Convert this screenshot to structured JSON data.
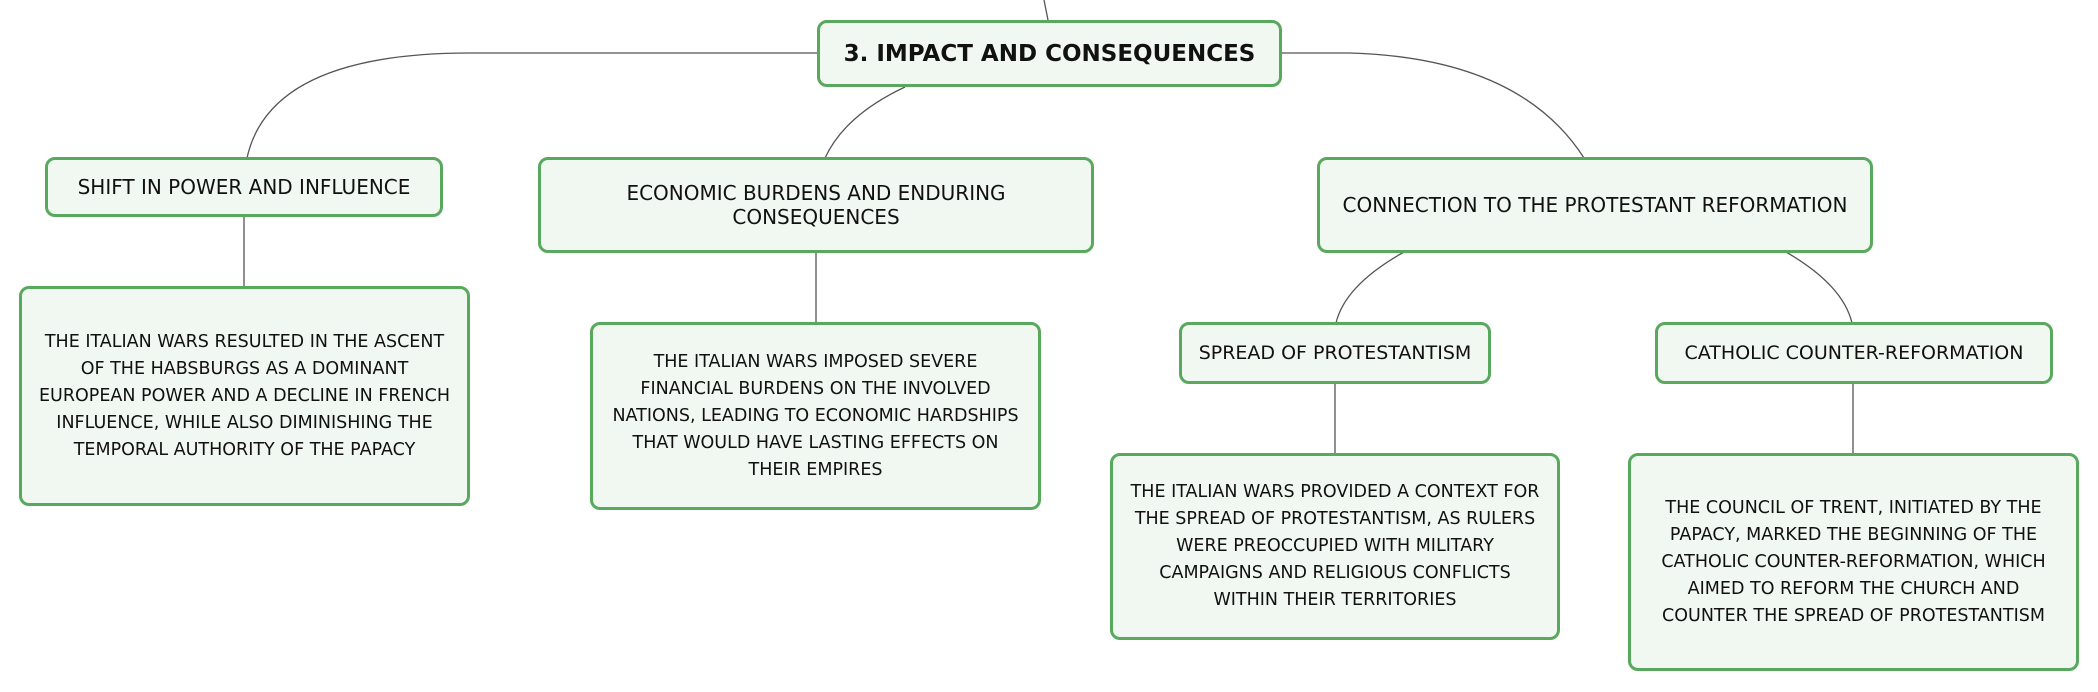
{
  "map": {
    "root": "3. IMPACT AND CONSEQUENCES",
    "topics": [
      {
        "label": "SHIFT IN POWER AND INFLUENCE",
        "description": "THE ITALIAN WARS RESULTED IN THE ASCENT OF THE HABSBURGS AS A DOMINANT EUROPEAN POWER AND A DECLINE IN FRENCH INFLUENCE, WHILE ALSO DIMINISHING THE TEMPORAL AUTHORITY OF THE PAPACY"
      },
      {
        "label": "ECONOMIC BURDENS AND ENDURING CONSEQUENCES",
        "description": "THE ITALIAN WARS IMPOSED SEVERE FINANCIAL BURDENS ON THE INVOLVED NATIONS, LEADING TO ECONOMIC HARDSHIPS THAT WOULD HAVE LASTING EFFECTS ON THEIR EMPIRES"
      },
      {
        "label": "CONNECTION TO THE PROTESTANT REFORMATION",
        "subtopics": [
          {
            "label": "SPREAD OF PROTESTANTISM",
            "description": "THE ITALIAN WARS PROVIDED A CONTEXT FOR THE SPREAD OF PROTESTANTISM, AS RULERS WERE PREOCCUPIED WITH MILITARY CAMPAIGNS AND RELIGIOUS CONFLICTS WITHIN THEIR TERRITORIES"
          },
          {
            "label": "CATHOLIC COUNTER-REFORMATION",
            "description": "THE COUNCIL OF TRENT, INITIATED BY THE PAPACY, MARKED THE BEGINNING OF THE CATHOLIC COUNTER-REFORMATION, WHICH AIMED TO REFORM THE CHURCH AND COUNTER THE SPREAD OF PROTESTANTISM"
          }
        ]
      }
    ],
    "colors": {
      "border": "#58a85e",
      "fill": "#f1f8f1",
      "connector": "#555555"
    }
  }
}
